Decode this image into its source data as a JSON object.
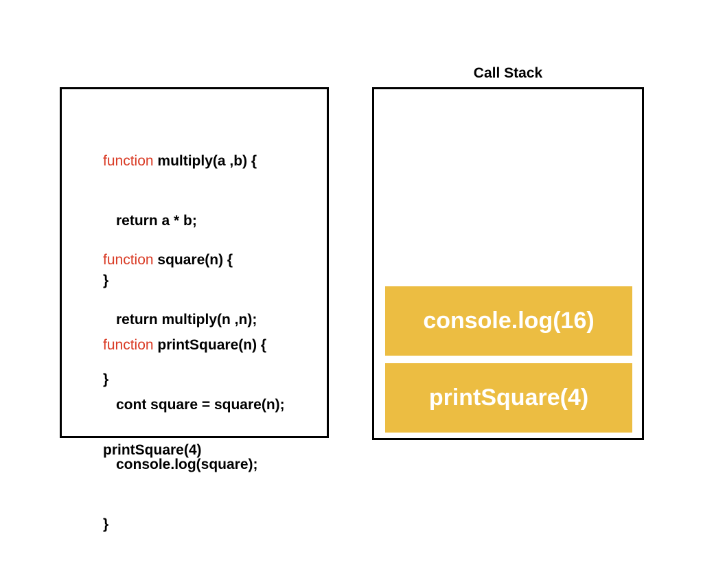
{
  "code": {
    "keyword": "function",
    "keyword_color": "#d93a24",
    "multiply": {
      "signature": " multiply(a ,b) {",
      "body": "return a * b;",
      "close": "}"
    },
    "square": {
      "signature": " square(n) {",
      "body": "return multiply(n ,n);",
      "close": "}"
    },
    "print_square": {
      "signature": " printSquare(n) {",
      "body_1": "cont square = square(n);",
      "body_2": "console.log(square);",
      "close": "}"
    },
    "call": "printSquare(4)"
  },
  "call_stack": {
    "title": "Call Stack",
    "frame_color": "#ecbd42",
    "frames": [
      {
        "label": "console.log(16)"
      },
      {
        "label": "printSquare(4)"
      }
    ]
  }
}
